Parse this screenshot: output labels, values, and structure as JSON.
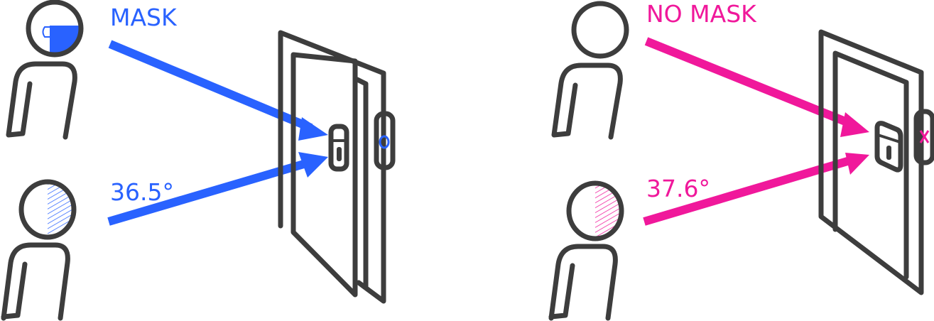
{
  "left_panel": {
    "label": "MASK",
    "temperature": "36.5°",
    "color": "#2962FF",
    "status": "pass"
  },
  "right_panel": {
    "label": "NO MASK",
    "temperature": "37.6°",
    "color": "#F0189B",
    "status": "fail"
  },
  "outline_color": "#3d3d3d"
}
